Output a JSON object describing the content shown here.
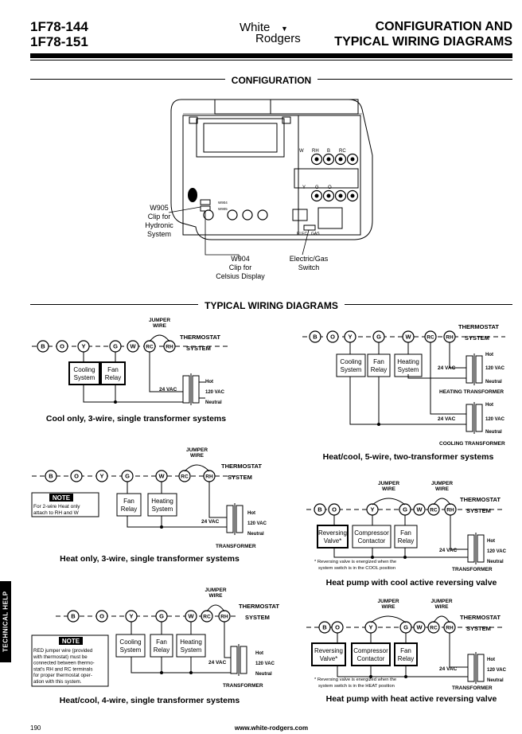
{
  "header": {
    "model_1": "1F78-144",
    "model_2": "1F78-151",
    "brand_line1": "White",
    "brand_line2": "Rodgers",
    "title_1": "CONFIGURATION AND",
    "title_2": "TYPICAL WIRING DIAGRAMS"
  },
  "sections": {
    "configuration": "CONFIGURATION",
    "wiring": "TYPICAL WIRING DIAGRAMS"
  },
  "config": {
    "w905_label": [
      "W905",
      "Clip for",
      "Hydronic",
      "System"
    ],
    "w904_label": [
      "W904",
      "Clip for",
      "Celsius Display"
    ],
    "switch_label": [
      "Electric/Gas",
      "Switch"
    ],
    "terminals_top": [
      "W",
      "RH",
      "B",
      "RC"
    ],
    "terminals_bottom": [
      "Y",
      "G",
      "O"
    ],
    "clip_w904": "W904",
    "clip_w905": "W905",
    "switch_elec": "ELEC",
    "switch_gas": "GAS"
  },
  "common": {
    "jumper": "JUMPER",
    "wire": "WIRE",
    "thermostat": "THERMOSTAT",
    "system": "SYSTEM",
    "hot": "Hot",
    "neutral": "Neutral",
    "vac24": "24 VAC",
    "vac120": "120 VAC",
    "transformer": "TRANSFORMER",
    "heating_transformer": "HEATING TRANSFORMER",
    "cooling_transformer": "COOLING TRANSFORMER",
    "note": "NOTE"
  },
  "diagrams": {
    "d1": {
      "terminals": [
        "B",
        "O",
        "Y",
        "G",
        "W",
        "RC",
        "RH"
      ],
      "boxes": [
        [
          "Cooling",
          "System"
        ],
        [
          "Fan",
          "Relay"
        ]
      ],
      "caption": "Cool only, 3-wire, single transformer systems"
    },
    "d2": {
      "terminals": [
        "B",
        "O",
        "Y",
        "G",
        "W",
        "RC",
        "RH"
      ],
      "boxes": [
        [
          "Cooling",
          "System"
        ],
        [
          "Fan",
          "Relay"
        ],
        [
          "Heating",
          "System"
        ]
      ],
      "caption": "Heat/cool, 5-wire, two-transformer systems"
    },
    "d3": {
      "terminals": [
        "B",
        "O",
        "Y",
        "G",
        "W",
        "RC",
        "RH"
      ],
      "boxes": [
        [
          "Fan",
          "Relay"
        ],
        [
          "Heating",
          "System"
        ]
      ],
      "note_text": [
        "For 2-wire Heat only",
        "attach to RH and W"
      ],
      "caption": "Heat only, 3-wire, single transformer systems"
    },
    "d4": {
      "terminals": [
        "B",
        "O",
        "Y",
        "G",
        "W",
        "RC",
        "RH"
      ],
      "boxes": [
        [
          "Reversing",
          "Valve*"
        ],
        [
          "Compressor",
          "Contactor"
        ],
        [
          "Fan",
          "Relay"
        ]
      ],
      "footnote": [
        "* Reversing valve is energized when the",
        "system switch is in the COOL position"
      ],
      "caption": "Heat pump with cool active reversing valve"
    },
    "d5": {
      "terminals": [
        "B",
        "O",
        "Y",
        "G",
        "W",
        "RC",
        "RH"
      ],
      "boxes": [
        [
          "Cooling",
          "System"
        ],
        [
          "Fan",
          "Relay"
        ],
        [
          "Heating",
          "System"
        ]
      ],
      "note_text": [
        "RED jumper wire (provided",
        "with thermostat) must be",
        "connected between thermo-",
        "stat's RH and RC terminals",
        "for proper thermostat oper-",
        "ation with this system."
      ],
      "caption": "Heat/cool, 4-wire, single transformer systems"
    },
    "d6": {
      "terminals": [
        "B",
        "O",
        "Y",
        "G",
        "W",
        "RC",
        "RH"
      ],
      "boxes": [
        [
          "Reversing",
          "Valve*"
        ],
        [
          "Compressor",
          "Contactor"
        ],
        [
          "Fan",
          "Relay"
        ]
      ],
      "footnote": [
        "* Reversing valve is energized when the",
        "system switch is in the HEAT position"
      ],
      "caption": "Heat pump with heat active reversing valve"
    }
  },
  "sidebar": {
    "tab_label": "TECHNICAL HELP"
  },
  "footer": {
    "page_number": "190",
    "url": "www.white-rodgers.com"
  }
}
